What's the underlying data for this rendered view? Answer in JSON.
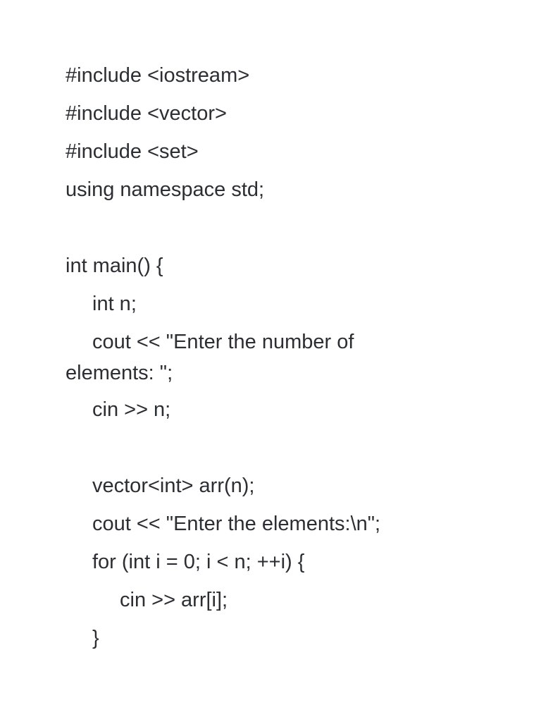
{
  "code": {
    "lines": [
      "#include <iostream>",
      "#include <vector>",
      "#include <set>",
      "using namespace std;",
      "",
      "int main() {",
      "int n;",
      "cout << \"Enter the number of",
      "elements: \";",
      "cin >> n;",
      "",
      "vector<int> arr(n);",
      "cout << \"Enter the elements:\\n\";",
      "for (int i = 0; i < n; ++i) {",
      "cin >> arr[i];",
      "}"
    ]
  }
}
